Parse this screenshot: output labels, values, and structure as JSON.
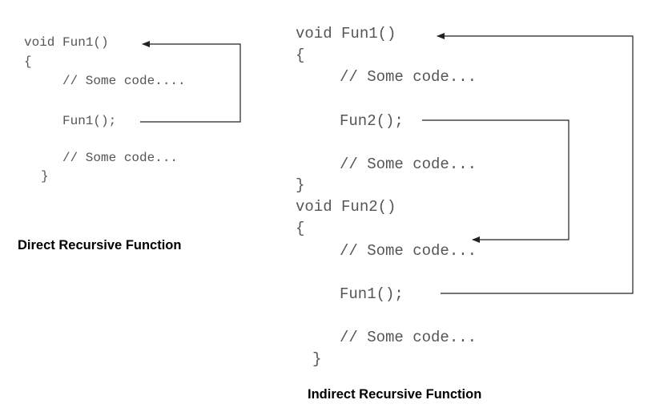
{
  "direct": {
    "caption": "Direct Recursive Function",
    "lines": [
      "void Fun1()",
      "{",
      "// Some code....",
      "Fun1();",
      "// Some code...",
      "}"
    ]
  },
  "indirect": {
    "caption": "Indirect Recursive Function",
    "lines": [
      "void Fun1()",
      "{",
      "// Some code...",
      "Fun2();",
      "// Some code...",
      "}",
      "void Fun2()",
      "{",
      "// Some code...",
      "Fun1();",
      "// Some code...",
      "}"
    ]
  },
  "colors": {
    "code_text": "#555555",
    "caption_text": "#000000",
    "arrow": "#222222"
  }
}
